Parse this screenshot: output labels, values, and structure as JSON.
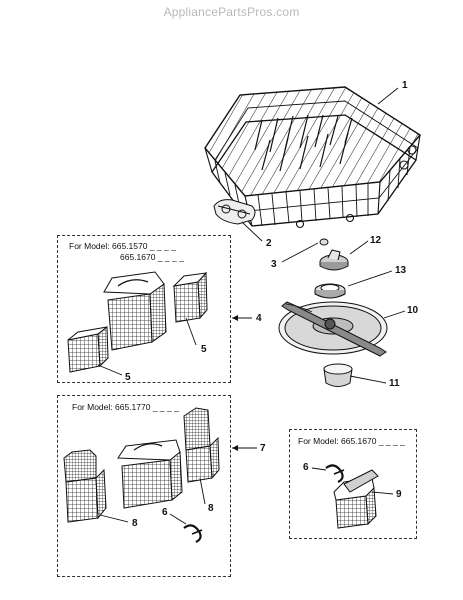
{
  "watermark": "AppliancePartsPros.com",
  "boxes": {
    "box1_line1": "For Model: 665.1570 _ _ _ _",
    "box1_line2": "665.1670 _ _ _ _",
    "box2_line1": "For Model: 665.1770 _ _ _ _",
    "box3_line1": "For Model: 665.1670 _ _ _ _"
  },
  "callouts": {
    "c1": "1",
    "c2": "2",
    "c3": "3",
    "c4": "4",
    "c5a": "5",
    "c5b": "5",
    "c6a": "6",
    "c6b": "6",
    "c6c": "6",
    "c7": "7",
    "c8a": "8",
    "c8b": "8",
    "c9": "9",
    "c10": "10",
    "c11": "11",
    "c12": "12",
    "c13": "13"
  }
}
